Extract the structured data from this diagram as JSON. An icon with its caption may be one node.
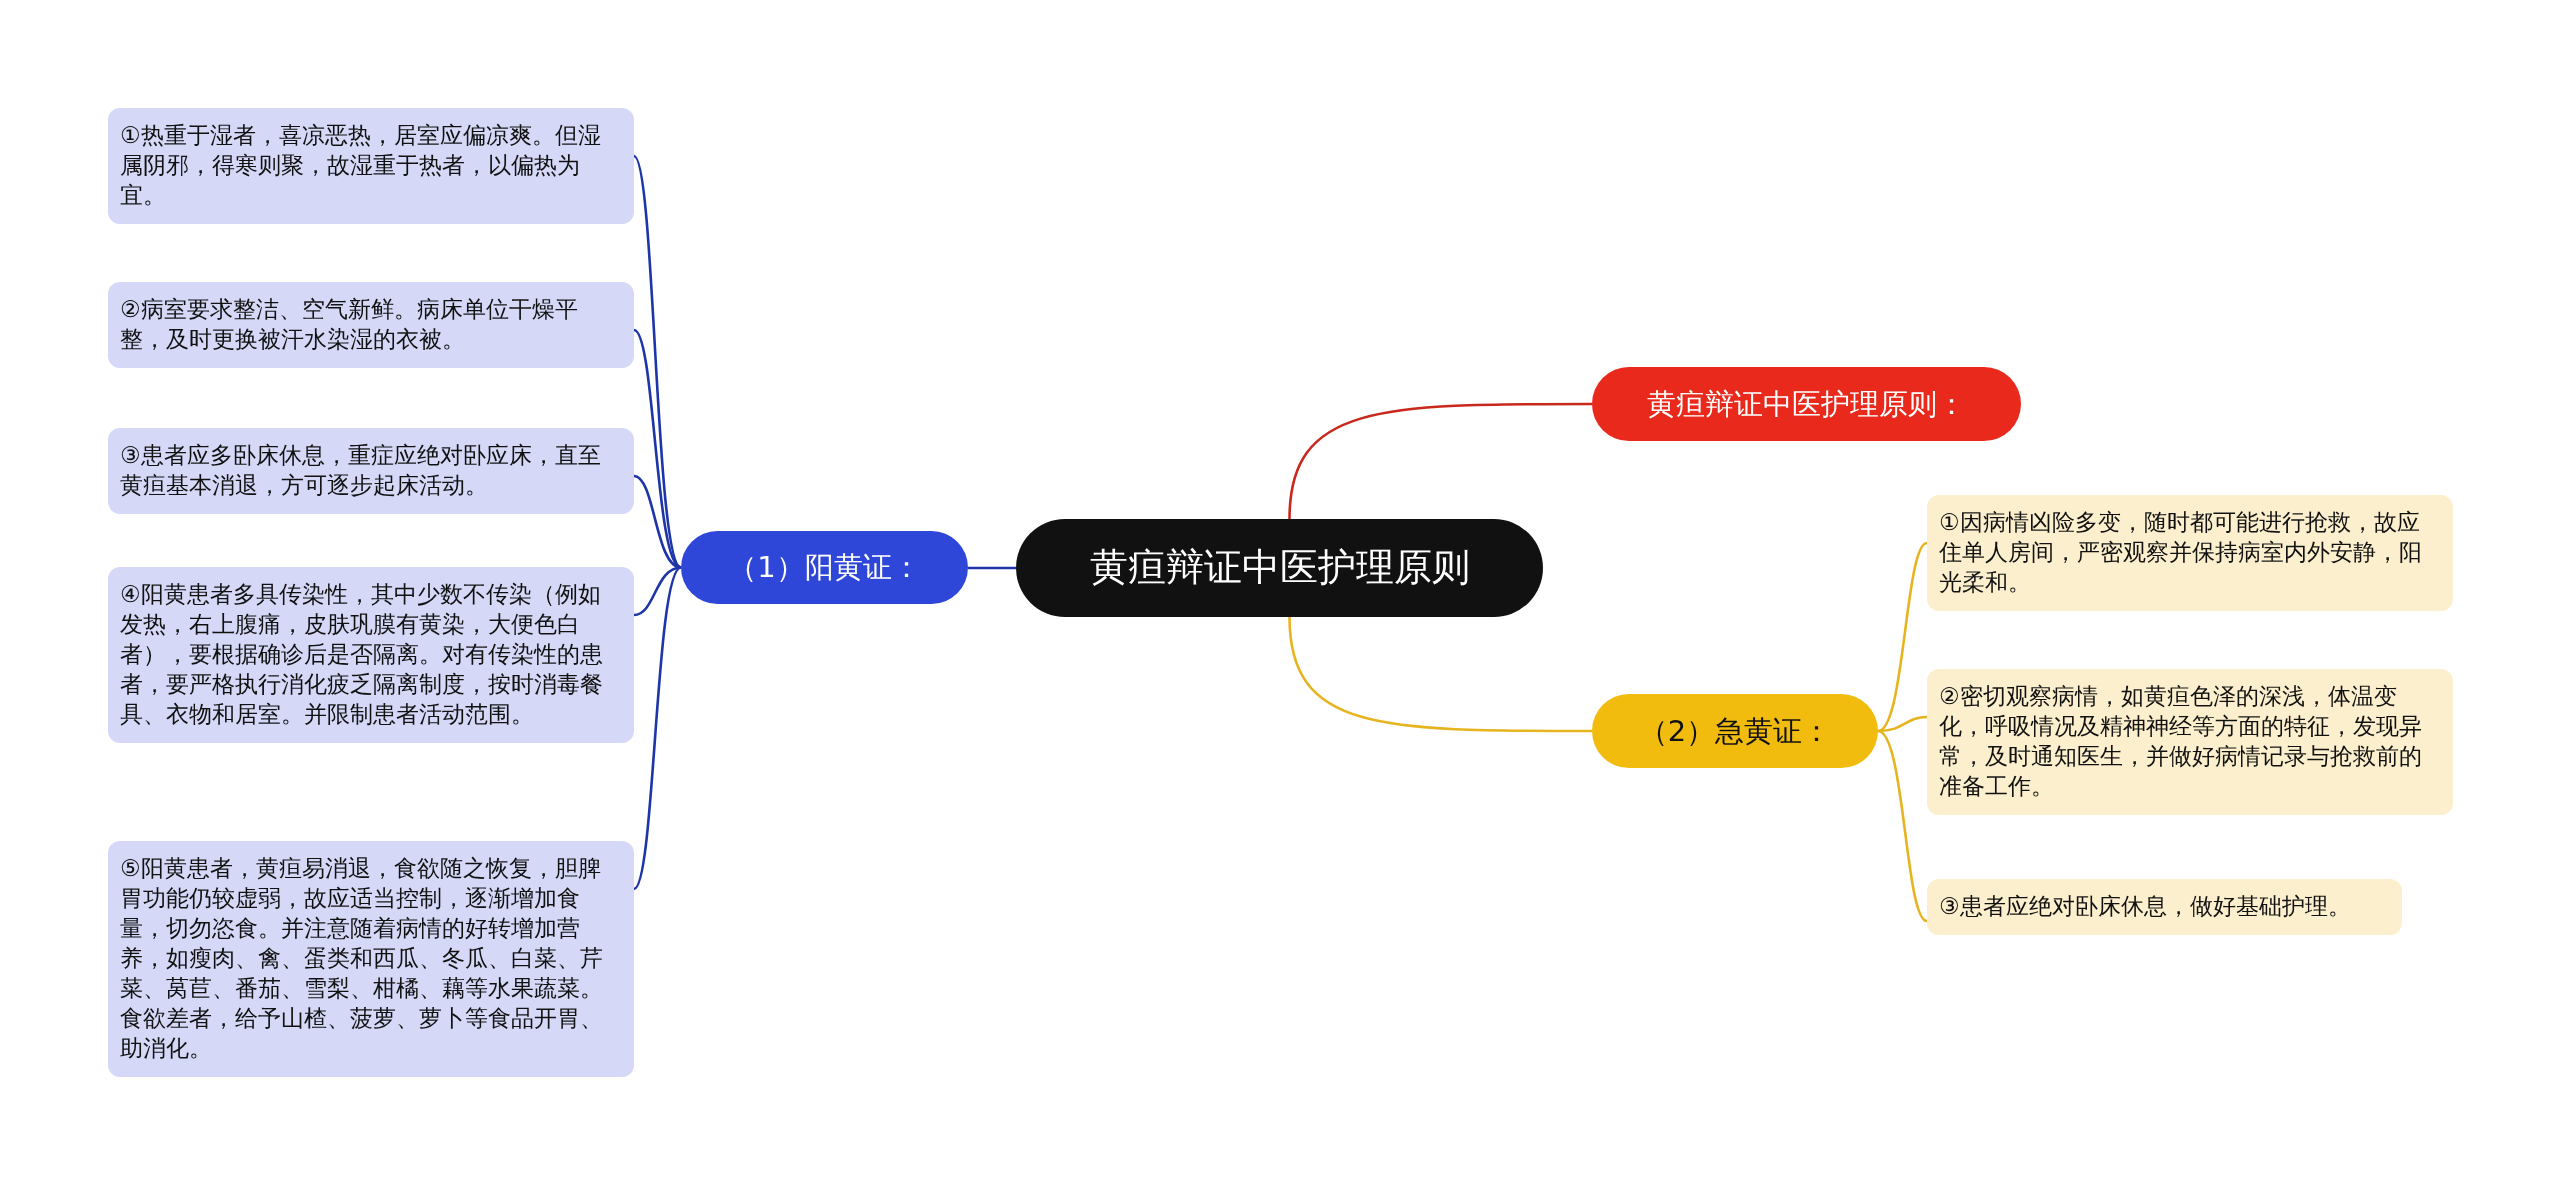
{
  "diagram": {
    "nodes": [
      {
        "text": [
          "黄疸辩证中医护理原则"
        ]
      },
      {
        "text": [
          "（1）阳黄证："
        ]
      },
      {
        "text": [
          "①热重于湿者，喜凉恶热，居室应偏凉爽。但湿属阴邪，得寒则聚，故湿重于热者，以偏热为宜。"
        ]
      },
      {
        "text": [
          "②病室要求整洁、空气新鲜。病床单位干燥平整，及时更换被汗水染湿的衣被。"
        ]
      },
      {
        "text": [
          "③患者应多卧床休息，重症应绝对卧应床，直至黄疸基本消退，方可逐步起床活动。"
        ]
      },
      {
        "text": [
          "④阳黄患者多具传染性，其中少数不传染（例如发热，右上腹痛，皮肤巩膜有黄染，大便色白者），要根据确诊后是否隔离。对有传染性的患者，要严格执行消化疲乏隔离制度，按时消毒餐具、衣物和居室。并限制患者活动范围。"
        ]
      },
      {
        "text": [
          "⑤阳黄患者，黄疸易消退，食欲随之恢复，胆脾胃功能仍较虚弱，故应适当控制，逐渐增加食量，切勿恣食。并注意随着病情的好转增加营养，如瘦肉、禽、蛋类和西瓜、冬瓜、白菜、芹菜、莴苣、番茄、雪梨、柑橘、藕等水果蔬菜。食欲差者，给予山楂、菠萝、萝卜等食品开胃、助消化。"
        ]
      },
      {
        "text": [
          "黄疸辩证中医护理原则："
        ]
      },
      {
        "text": [
          "（2）急黄证："
        ]
      },
      {
        "text": [
          "①因病情凶险多变，随时都可能进行抢救，故应住单人房间，严密观察并保持病室内外安静，阳光柔和。"
        ]
      },
      {
        "text": [
          "②密切观察病情，如黄疸色泽的深浅，体温变化，呼吸情况及精神神经等方面的特征，发现异常，及时通知医生，并做好病情记录与抢救前的准备工作。"
        ]
      },
      {
        "text": [
          "③患者应绝对卧床休息，做好基础护理。"
        ]
      }
    ],
    "edges": [
      {
        "from": 0,
        "to": 1,
        "arrow": "none",
        "color": "#1d35a8"
      },
      {
        "from": 1,
        "to": 2,
        "arrow": "none",
        "color": "#1d35a8"
      },
      {
        "from": 1,
        "to": 3,
        "arrow": "none",
        "color": "#1d35a8"
      },
      {
        "from": 1,
        "to": 4,
        "arrow": "none",
        "color": "#1d35a8"
      },
      {
        "from": 1,
        "to": 5,
        "arrow": "none",
        "color": "#1d35a8"
      },
      {
        "from": 1,
        "to": 6,
        "arrow": "none",
        "color": "#1d35a8"
      },
      {
        "from": 0,
        "to": 7,
        "arrow": "none",
        "color": "#c9281c"
      },
      {
        "from": 0,
        "to": 8,
        "arrow": "none",
        "color": "#e6b41e"
      },
      {
        "from": 8,
        "to": 9,
        "arrow": "none",
        "color": "#e6b41e"
      },
      {
        "from": 8,
        "to": 10,
        "arrow": "none",
        "color": "#e6b41e"
      },
      {
        "from": 8,
        "to": 11,
        "arrow": "none",
        "color": "#e6b41e"
      }
    ]
  }
}
